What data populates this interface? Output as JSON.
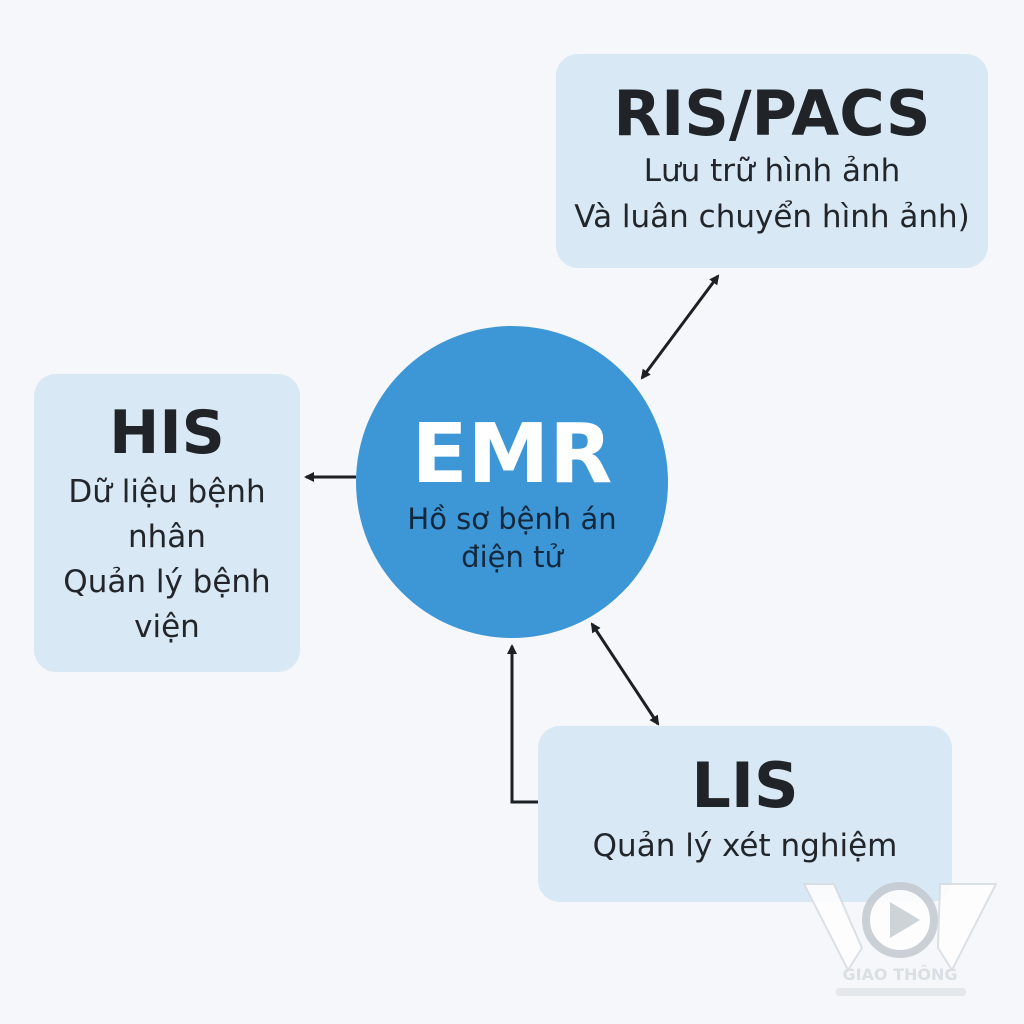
{
  "ris": {
    "title": "RIS/PACS",
    "line1": "Lưu trữ hình ảnh",
    "line2": "Và luân chuyển hình ảnh)"
  },
  "his": {
    "title": "HIS",
    "lines": [
      "Dữ liệu bệnh",
      "nhân",
      "Quản lý bệnh",
      "viện"
    ]
  },
  "emr": {
    "title": "EMR",
    "lines": [
      "Hồ sơ bệnh án",
      "điện tử"
    ]
  },
  "lis": {
    "title": "LIS",
    "line1": "Quản lý xét nghiệm"
  },
  "watermark": {
    "brand": "VOV",
    "sub": "GIAO THÔNG"
  },
  "colors": {
    "box_fill": "#d8e8f4",
    "circle_fill": "#3d97d6",
    "arrow": "#1c1f24",
    "background": "#f5f7fa"
  }
}
